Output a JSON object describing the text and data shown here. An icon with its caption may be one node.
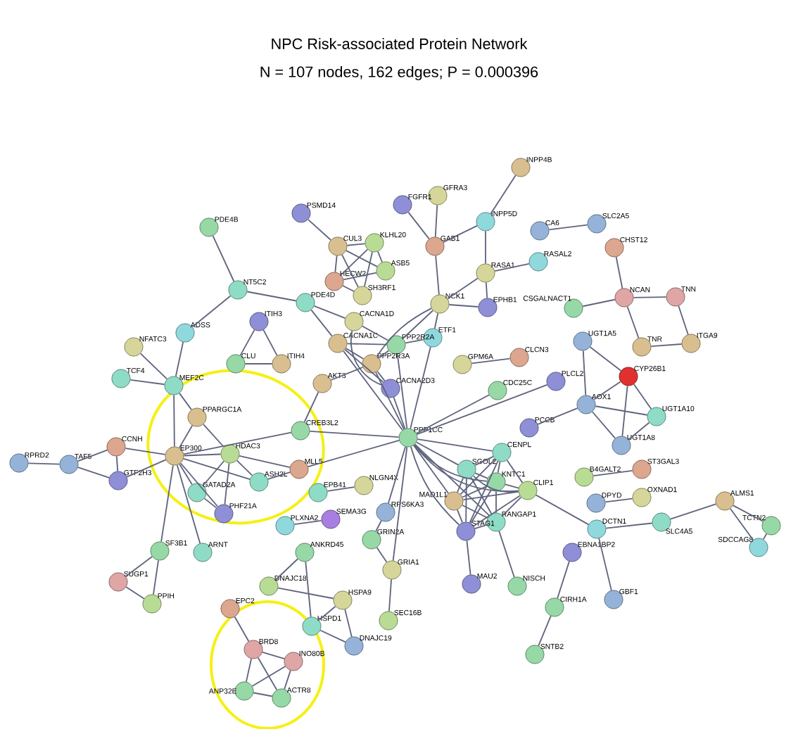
{
  "diagram": {
    "title": "NPC Risk-associated Protein Network",
    "nodes": [
      {
        "text": [
          "INPP4B"
        ]
      },
      {
        "text": [
          "GFRA3"
        ]
      },
      {
        "text": [
          "FGFR1"
        ]
      },
      {
        "text": [
          "PSMD14"
        ]
      },
      {
        "text": [
          "INPP5D"
        ]
      },
      {
        "text": [
          "SLC2A5"
        ]
      },
      {
        "text": [
          "PDE4B"
        ]
      },
      {
        "text": [
          "CA6"
        ]
      },
      {
        "text": [
          "KLHL20"
        ]
      },
      {
        "text": [
          "CUL3"
        ]
      },
      {
        "text": [
          "GAB1"
        ]
      },
      {
        "text": [
          "CHST12"
        ]
      },
      {
        "text": [
          "RASAL2"
        ]
      },
      {
        "text": [
          "ASB5"
        ]
      },
      {
        "text": [
          "RASA1"
        ]
      },
      {
        "text": [
          "HECW2"
        ]
      },
      {
        "text": [
          "SH3RF1"
        ]
      },
      {
        "text": [
          "NT5C2"
        ]
      },
      {
        "text": [
          "NCAN"
        ]
      },
      {
        "text": [
          "TNN"
        ]
      },
      {
        "text": [
          "PDE4D"
        ]
      },
      {
        "text": [
          "NCK1"
        ]
      },
      {
        "text": [
          "EPHB1"
        ]
      },
      {
        "text": [
          "CSGALNACT1"
        ]
      },
      {
        "text": [
          "CACNA1D"
        ]
      },
      {
        "text": [
          "ITIH3"
        ]
      },
      {
        "text": [
          "ADSS"
        ]
      },
      {
        "text": [
          "ETF1"
        ]
      },
      {
        "text": [
          "UGT1A5"
        ]
      },
      {
        "text": [
          "CACNA1C"
        ]
      },
      {
        "text": [
          "PPP2R2A"
        ]
      },
      {
        "text": [
          "ITGA9"
        ]
      },
      {
        "text": [
          "TNR"
        ]
      },
      {
        "text": [
          "NFATC3"
        ]
      },
      {
        "text": [
          "CLU"
        ]
      },
      {
        "text": [
          "ITIH4"
        ]
      },
      {
        "text": [
          "PPP2R3A"
        ]
      },
      {
        "text": [
          "GPM6A"
        ]
      },
      {
        "text": [
          "CLCN3"
        ]
      },
      {
        "text": [
          "CYP26B1"
        ]
      },
      {
        "text": [
          "TCF4"
        ]
      },
      {
        "text": [
          "PLCL2"
        ]
      },
      {
        "text": [
          "AKT3"
        ]
      },
      {
        "text": [
          "MEF2C"
        ]
      },
      {
        "text": [
          "CACNA2D3"
        ]
      },
      {
        "text": [
          "CDC25C"
        ]
      },
      {
        "text": [
          "AOX1"
        ]
      },
      {
        "text": [
          "UGT1A10"
        ]
      },
      {
        "text": [
          "PPARGC1A"
        ]
      },
      {
        "text": [
          "PCCB"
        ]
      },
      {
        "text": [
          "CREB3L2"
        ]
      },
      {
        "text": [
          "PPP1CC"
        ]
      },
      {
        "text": [
          "UGT1A8"
        ]
      },
      {
        "text": [
          "CCNH"
        ]
      },
      {
        "text": [
          "CENPL"
        ]
      },
      {
        "text": [
          "HDAC3"
        ]
      },
      {
        "text": [
          "EP300"
        ]
      },
      {
        "text": [
          "RPRD2"
        ]
      },
      {
        "text": [
          "TAF5"
        ]
      },
      {
        "text": [
          "SGOL2"
        ]
      },
      {
        "text": [
          "MLL5"
        ]
      },
      {
        "text": [
          "ST3GAL3"
        ]
      },
      {
        "text": [
          "B4GALT2"
        ]
      },
      {
        "text": [
          "GTF2H3"
        ]
      },
      {
        "text": [
          "ASH2L"
        ]
      },
      {
        "text": [
          "KNTC1"
        ]
      },
      {
        "text": [
          "NLGN4X"
        ]
      },
      {
        "text": [
          "CLIP1"
        ]
      },
      {
        "text": [
          "GATAD2A"
        ]
      },
      {
        "text": [
          "EPB41"
        ]
      },
      {
        "text": [
          "OXNAD1"
        ]
      },
      {
        "text": [
          "MAD1L1"
        ]
      },
      {
        "text": [
          "ALMS1"
        ]
      },
      {
        "text": [
          "DPYD"
        ]
      },
      {
        "text": [
          "PHF21A"
        ]
      },
      {
        "text": [
          "RPS6KA3"
        ]
      },
      {
        "text": [
          "SEMA3G"
        ]
      },
      {
        "text": [
          "RANGAP1"
        ]
      },
      {
        "text": [
          "SLC4A5"
        ]
      },
      {
        "text": [
          "TCTN2"
        ]
      },
      {
        "text": [
          "PLXNA2"
        ]
      },
      {
        "text": [
          "DCTN1"
        ]
      },
      {
        "text": [
          "STAG1"
        ]
      },
      {
        "text": [
          "GRIN2A"
        ]
      },
      {
        "text": [
          "SDCCAG8"
        ]
      },
      {
        "text": [
          "SF3B1"
        ]
      },
      {
        "text": [
          "ANKRD45"
        ]
      },
      {
        "text": [
          "ARNT"
        ]
      },
      {
        "text": [
          "EBNA1BP2"
        ]
      },
      {
        "text": [
          "GRIA1"
        ]
      },
      {
        "text": [
          "SUGP1"
        ]
      },
      {
        "text": [
          "MAU2"
        ]
      },
      {
        "text": [
          "NISCH"
        ]
      },
      {
        "text": [
          "DNAJC18"
        ]
      },
      {
        "text": [
          "GBF1"
        ]
      },
      {
        "text": [
          "HSPA9"
        ]
      },
      {
        "text": [
          "PPIH"
        ]
      },
      {
        "text": [
          "CIRH1A"
        ]
      },
      {
        "text": [
          "EPC2"
        ]
      },
      {
        "text": [
          "SEC16B"
        ]
      },
      {
        "text": [
          "HSPD1"
        ]
      },
      {
        "text": [
          "DNAJC19"
        ]
      },
      {
        "text": [
          "BRD8"
        ]
      },
      {
        "text": [
          "SNTB2"
        ]
      },
      {
        "text": [
          "INO80B"
        ]
      },
      {
        "text": [
          "ANP32E"
        ]
      },
      {
        "text": [
          "ACTR8"
        ]
      }
    ],
    "edges": [
      {
        "from": 0,
        "to": 4,
        "arrow": "none"
      },
      {
        "from": 2,
        "to": 10,
        "arrow": "none"
      },
      {
        "from": 1,
        "to": 10,
        "arrow": "none"
      },
      {
        "from": 10,
        "to": 4,
        "arrow": "none"
      },
      {
        "from": 10,
        "to": 21,
        "arrow": "none"
      },
      {
        "from": 4,
        "to": 14,
        "arrow": "none"
      },
      {
        "from": 14,
        "to": 12,
        "arrow": "none"
      },
      {
        "from": 14,
        "to": 22,
        "arrow": "none"
      },
      {
        "from": 14,
        "to": 21,
        "arrow": "none"
      },
      {
        "from": 21,
        "to": 22,
        "arrow": "none"
      },
      {
        "from": 21,
        "to": 30,
        "arrow": "none"
      },
      {
        "from": 21,
        "to": 36,
        "arrow": "none"
      },
      {
        "from": 21,
        "to": 27,
        "arrow": "none"
      },
      {
        "from": 27,
        "to": 30,
        "arrow": "none"
      },
      {
        "from": 27,
        "to": 51,
        "arrow": "none"
      },
      {
        "from": 7,
        "to": 5,
        "arrow": "none"
      },
      {
        "from": 3,
        "to": 9,
        "arrow": "none"
      },
      {
        "from": 9,
        "to": 8,
        "arrow": "none"
      },
      {
        "from": 9,
        "to": 13,
        "arrow": "none"
      },
      {
        "from": 9,
        "to": 15,
        "arrow": "none"
      },
      {
        "from": 9,
        "to": 16,
        "arrow": "none"
      },
      {
        "from": 8,
        "to": 13,
        "arrow": "none"
      },
      {
        "from": 8,
        "to": 15,
        "arrow": "none"
      },
      {
        "from": 8,
        "to": 16,
        "arrow": "none"
      },
      {
        "from": 15,
        "to": 13,
        "arrow": "none"
      },
      {
        "from": 15,
        "to": 16,
        "arrow": "none"
      },
      {
        "from": 6,
        "to": 17,
        "arrow": "none"
      },
      {
        "from": 17,
        "to": 26,
        "arrow": "none"
      },
      {
        "from": 17,
        "to": 20,
        "arrow": "none"
      },
      {
        "from": 20,
        "to": 24,
        "arrow": "none"
      },
      {
        "from": 20,
        "to": 29,
        "arrow": "none"
      },
      {
        "from": 24,
        "to": 30,
        "arrow": "none"
      },
      {
        "from": 29,
        "to": 30,
        "arrow": "none"
      },
      {
        "from": 29,
        "to": 36,
        "arrow": "none"
      },
      {
        "from": 29,
        "to": 44,
        "arrow": "none"
      },
      {
        "from": 29,
        "to": 51,
        "arrow": "none"
      },
      {
        "from": 24,
        "to": 44,
        "arrow": "none"
      },
      {
        "from": 36,
        "to": 51,
        "arrow": "none"
      },
      {
        "from": 30,
        "to": 51,
        "arrow": "none"
      },
      {
        "from": 44,
        "to": 36,
        "arrow": "none"
      },
      {
        "from": 42,
        "to": 36,
        "arrow": "none"
      },
      {
        "from": 42,
        "to": 50,
        "arrow": "none"
      },
      {
        "from": 30,
        "to": 36,
        "arrow": "none"
      },
      {
        "from": 44,
        "to": 51,
        "arrow": "none"
      },
      {
        "from": 25,
        "to": 34,
        "arrow": "none"
      },
      {
        "from": 25,
        "to": 35,
        "arrow": "none"
      },
      {
        "from": 34,
        "to": 35,
        "arrow": "none"
      },
      {
        "from": 26,
        "to": 43,
        "arrow": "none"
      },
      {
        "from": 33,
        "to": 43,
        "arrow": "none"
      },
      {
        "from": 40,
        "to": 43,
        "arrow": "none"
      },
      {
        "from": 43,
        "to": 48,
        "arrow": "none"
      },
      {
        "from": 43,
        "to": 56,
        "arrow": "none"
      },
      {
        "from": 48,
        "to": 56,
        "arrow": "none"
      },
      {
        "from": 48,
        "to": 55,
        "arrow": "none"
      },
      {
        "from": 56,
        "to": 55,
        "arrow": "none"
      },
      {
        "from": 56,
        "to": 50,
        "arrow": "none"
      },
      {
        "from": 55,
        "to": 60,
        "arrow": "none"
      },
      {
        "from": 55,
        "to": 64,
        "arrow": "none"
      },
      {
        "from": 55,
        "to": 68,
        "arrow": "none"
      },
      {
        "from": 55,
        "to": 74,
        "arrow": "none"
      },
      {
        "from": 64,
        "to": 60,
        "arrow": "none"
      },
      {
        "from": 68,
        "to": 74,
        "arrow": "none"
      },
      {
        "from": 56,
        "to": 64,
        "arrow": "none"
      },
      {
        "from": 53,
        "to": 58,
        "arrow": "none"
      },
      {
        "from": 53,
        "to": 63,
        "arrow": "none"
      },
      {
        "from": 58,
        "to": 63,
        "arrow": "none"
      },
      {
        "from": 57,
        "to": 58,
        "arrow": "none"
      },
      {
        "from": 56,
        "to": 53,
        "arrow": "none"
      },
      {
        "from": 56,
        "to": 63,
        "arrow": "none"
      },
      {
        "from": 60,
        "to": 51,
        "arrow": "none"
      },
      {
        "from": 50,
        "to": 51,
        "arrow": "none"
      },
      {
        "from": 69,
        "to": 66,
        "arrow": "none"
      },
      {
        "from": 80,
        "to": 76,
        "arrow": "none"
      },
      {
        "from": 56,
        "to": 85,
        "arrow": "none"
      },
      {
        "from": 56,
        "to": 87,
        "arrow": "none"
      },
      {
        "from": 56,
        "to": 68,
        "arrow": "none"
      },
      {
        "from": 56,
        "to": 74,
        "arrow": "none"
      },
      {
        "from": 85,
        "to": 90,
        "arrow": "none"
      },
      {
        "from": 85,
        "to": 96,
        "arrow": "none"
      },
      {
        "from": 90,
        "to": 96,
        "arrow": "none"
      },
      {
        "from": 51,
        "to": 45,
        "arrow": "none"
      },
      {
        "from": 51,
        "to": 41,
        "arrow": "none"
      },
      {
        "from": 51,
        "to": 54,
        "arrow": "none"
      },
      {
        "from": 51,
        "to": 59,
        "arrow": "none"
      },
      {
        "from": 51,
        "to": 65,
        "arrow": "none"
      },
      {
        "from": 51,
        "to": 67,
        "arrow": "none"
      },
      {
        "from": 51,
        "to": 71,
        "arrow": "none"
      },
      {
        "from": 51,
        "to": 82,
        "arrow": "none"
      },
      {
        "from": 51,
        "to": 77,
        "arrow": "none"
      },
      {
        "from": 51,
        "to": 75,
        "arrow": "none"
      },
      {
        "from": 51,
        "to": 89,
        "arrow": "none"
      },
      {
        "from": 59,
        "to": 54,
        "arrow": "none"
      },
      {
        "from": 59,
        "to": 65,
        "arrow": "none"
      },
      {
        "from": 59,
        "to": 71,
        "arrow": "none"
      },
      {
        "from": 59,
        "to": 82,
        "arrow": "none"
      },
      {
        "from": 59,
        "to": 77,
        "arrow": "none"
      },
      {
        "from": 59,
        "to": 67,
        "arrow": "none"
      },
      {
        "from": 54,
        "to": 65,
        "arrow": "none"
      },
      {
        "from": 54,
        "to": 67,
        "arrow": "none"
      },
      {
        "from": 54,
        "to": 71,
        "arrow": "none"
      },
      {
        "from": 54,
        "to": 82,
        "arrow": "none"
      },
      {
        "from": 65,
        "to": 67,
        "arrow": "none"
      },
      {
        "from": 65,
        "to": 71,
        "arrow": "none"
      },
      {
        "from": 65,
        "to": 82,
        "arrow": "none"
      },
      {
        "from": 65,
        "to": 77,
        "arrow": "none"
      },
      {
        "from": 71,
        "to": 67,
        "arrow": "none"
      },
      {
        "from": 71,
        "to": 82,
        "arrow": "none"
      },
      {
        "from": 71,
        "to": 77,
        "arrow": "none"
      },
      {
        "from": 82,
        "to": 77,
        "arrow": "none"
      },
      {
        "from": 82,
        "to": 67,
        "arrow": "none"
      },
      {
        "from": 77,
        "to": 67,
        "arrow": "none"
      },
      {
        "from": 82,
        "to": 91,
        "arrow": "none"
      },
      {
        "from": 77,
        "to": 92,
        "arrow": "none"
      },
      {
        "from": 67,
        "to": 81,
        "arrow": "none"
      },
      {
        "from": 81,
        "to": 78,
        "arrow": "none"
      },
      {
        "from": 81,
        "to": 94,
        "arrow": "none"
      },
      {
        "from": 78,
        "to": 72,
        "arrow": "none"
      },
      {
        "from": 72,
        "to": 79,
        "arrow": "none"
      },
      {
        "from": 72,
        "to": 84,
        "arrow": "none"
      },
      {
        "from": 79,
        "to": 84,
        "arrow": "none"
      },
      {
        "from": 88,
        "to": 97,
        "arrow": "none"
      },
      {
        "from": 97,
        "to": 103,
        "arrow": "none"
      },
      {
        "from": 49,
        "to": 46,
        "arrow": "none"
      },
      {
        "from": 46,
        "to": 28,
        "arrow": "none"
      },
      {
        "from": 46,
        "to": 39,
        "arrow": "none"
      },
      {
        "from": 46,
        "to": 47,
        "arrow": "none"
      },
      {
        "from": 46,
        "to": 52,
        "arrow": "none"
      },
      {
        "from": 28,
        "to": 39,
        "arrow": "none"
      },
      {
        "from": 39,
        "to": 47,
        "arrow": "none"
      },
      {
        "from": 39,
        "to": 52,
        "arrow": "none"
      },
      {
        "from": 47,
        "to": 52,
        "arrow": "none"
      },
      {
        "from": 11,
        "to": 18,
        "arrow": "none"
      },
      {
        "from": 18,
        "to": 19,
        "arrow": "none"
      },
      {
        "from": 18,
        "to": 23,
        "arrow": "none"
      },
      {
        "from": 18,
        "to": 32,
        "arrow": "none"
      },
      {
        "from": 19,
        "to": 31,
        "arrow": "none"
      },
      {
        "from": 32,
        "to": 31,
        "arrow": "none"
      },
      {
        "from": 62,
        "to": 61,
        "arrow": "none"
      },
      {
        "from": 73,
        "to": 70,
        "arrow": "none"
      },
      {
        "from": 37,
        "to": 38,
        "arrow": "none"
      },
      {
        "from": 75,
        "to": 83,
        "arrow": "none"
      },
      {
        "from": 83,
        "to": 89,
        "arrow": "none"
      },
      {
        "from": 89,
        "to": 99,
        "arrow": "none"
      },
      {
        "from": 86,
        "to": 93,
        "arrow": "none"
      },
      {
        "from": 86,
        "to": 100,
        "arrow": "none"
      },
      {
        "from": 93,
        "to": 95,
        "arrow": "none"
      },
      {
        "from": 95,
        "to": 100,
        "arrow": "none"
      },
      {
        "from": 95,
        "to": 101,
        "arrow": "none"
      },
      {
        "from": 100,
        "to": 101,
        "arrow": "none"
      },
      {
        "from": 98,
        "to": 102,
        "arrow": "none"
      },
      {
        "from": 102,
        "to": 104,
        "arrow": "none"
      },
      {
        "from": 102,
        "to": 105,
        "arrow": "none"
      },
      {
        "from": 102,
        "to": 106,
        "arrow": "none"
      },
      {
        "from": 104,
        "to": 106,
        "arrow": "none"
      },
      {
        "from": 105,
        "to": 106,
        "arrow": "none"
      },
      {
        "from": 104,
        "to": 105,
        "arrow": "none"
      }
    ],
    "labels": [
      "N = 107 nodes, 162 edges; P = 0.000396"
    ]
  }
}
